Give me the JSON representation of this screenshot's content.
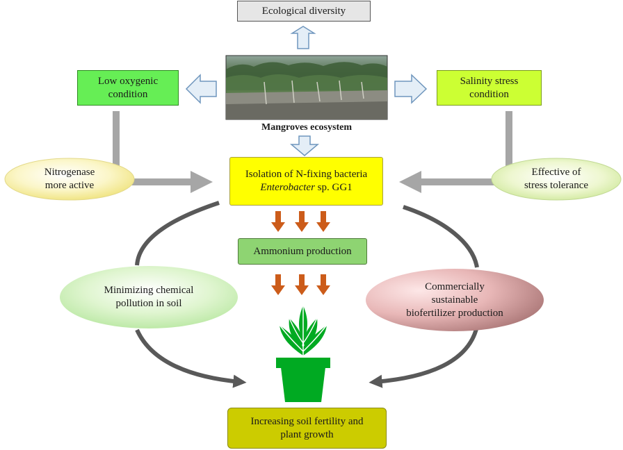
{
  "nodes": {
    "ecological_diversity": "Ecological diversity",
    "low_oxygenic": [
      "Low oxygenic",
      "condition"
    ],
    "salinity_stress": [
      "Salinity stress",
      "condition"
    ],
    "mangroves_caption": "Mangroves ecosystem",
    "isolation": {
      "line1": "Isolation of N-fixing bacteria",
      "genus": "Enterobacter",
      "strain": " sp. GG1"
    },
    "nitrogenase": [
      "Nitrogenase",
      "more active"
    ],
    "stress_tolerance": [
      "Effective of",
      "stress tolerance"
    ],
    "ammonium": "Ammonium production",
    "minimizing": [
      "Minimizing chemical",
      "pollution in soil"
    ],
    "biofertilizer": [
      "Commercially",
      "sustainable",
      "biofertilizer production"
    ],
    "soil_fertility": [
      "Increasing soil fertility and",
      "plant growth"
    ]
  },
  "colors": {
    "grey_box": "#e6e6e6",
    "green_box": "#66ee55",
    "lime_box": "#ccff33",
    "yellow_box": "#ffff00",
    "ammonium_box": "#8ed472",
    "olive_box": "#cccc00",
    "orange_arrow": "#cc5c1a",
    "plant_green": "#00aa22",
    "grey_arrow": "#a6a6a6",
    "dark_arc": "#595959",
    "blue_arrow_fill": "#e4eef7",
    "blue_arrow_stroke": "#6f96bd"
  }
}
